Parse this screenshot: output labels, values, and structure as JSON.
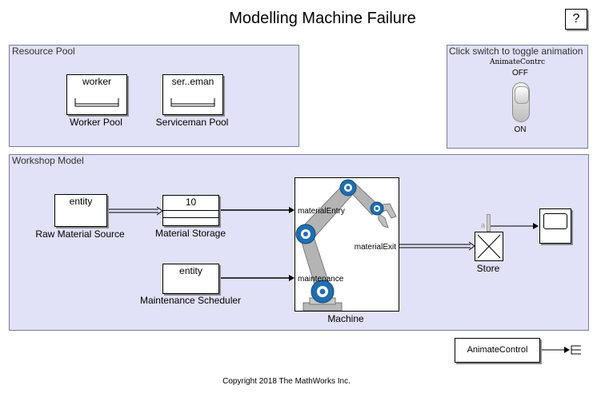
{
  "title": "Modelling Machine Failure",
  "help_label": "?",
  "resource_pool": {
    "label": "Resource Pool",
    "worker": {
      "inner": "worker",
      "caption": "Worker Pool"
    },
    "serviceman": {
      "inner": "ser..eman",
      "caption": "Serviceman Pool"
    }
  },
  "animation_panel": {
    "label": "Click switch to toggle animation",
    "control_name": "AnimateContrc",
    "off_label": "OFF",
    "on_label": "ON"
  },
  "workshop": {
    "label": "Workshop Model",
    "raw_material": {
      "inner": "entity",
      "caption": "Raw Material Source"
    },
    "storage": {
      "inner": "10",
      "caption": "Material Storage"
    },
    "maintenance": {
      "inner": "entity",
      "caption": "Maintenance Scheduler"
    },
    "machine": {
      "caption": "Machine",
      "port_entry": "materialEntry",
      "port_maintenance": "maintenance",
      "port_exit": "materialExit"
    },
    "store": {
      "caption": "Store",
      "port_a": "a"
    }
  },
  "animate_block": {
    "label": "AnimateControl"
  },
  "copyright": "Copyright 2018 The MathWorks Inc.",
  "colors": {
    "area_fill": "#e1e1f8",
    "robot_blue": "#1f6fb0",
    "robot_gray": "#9a9a9a"
  }
}
